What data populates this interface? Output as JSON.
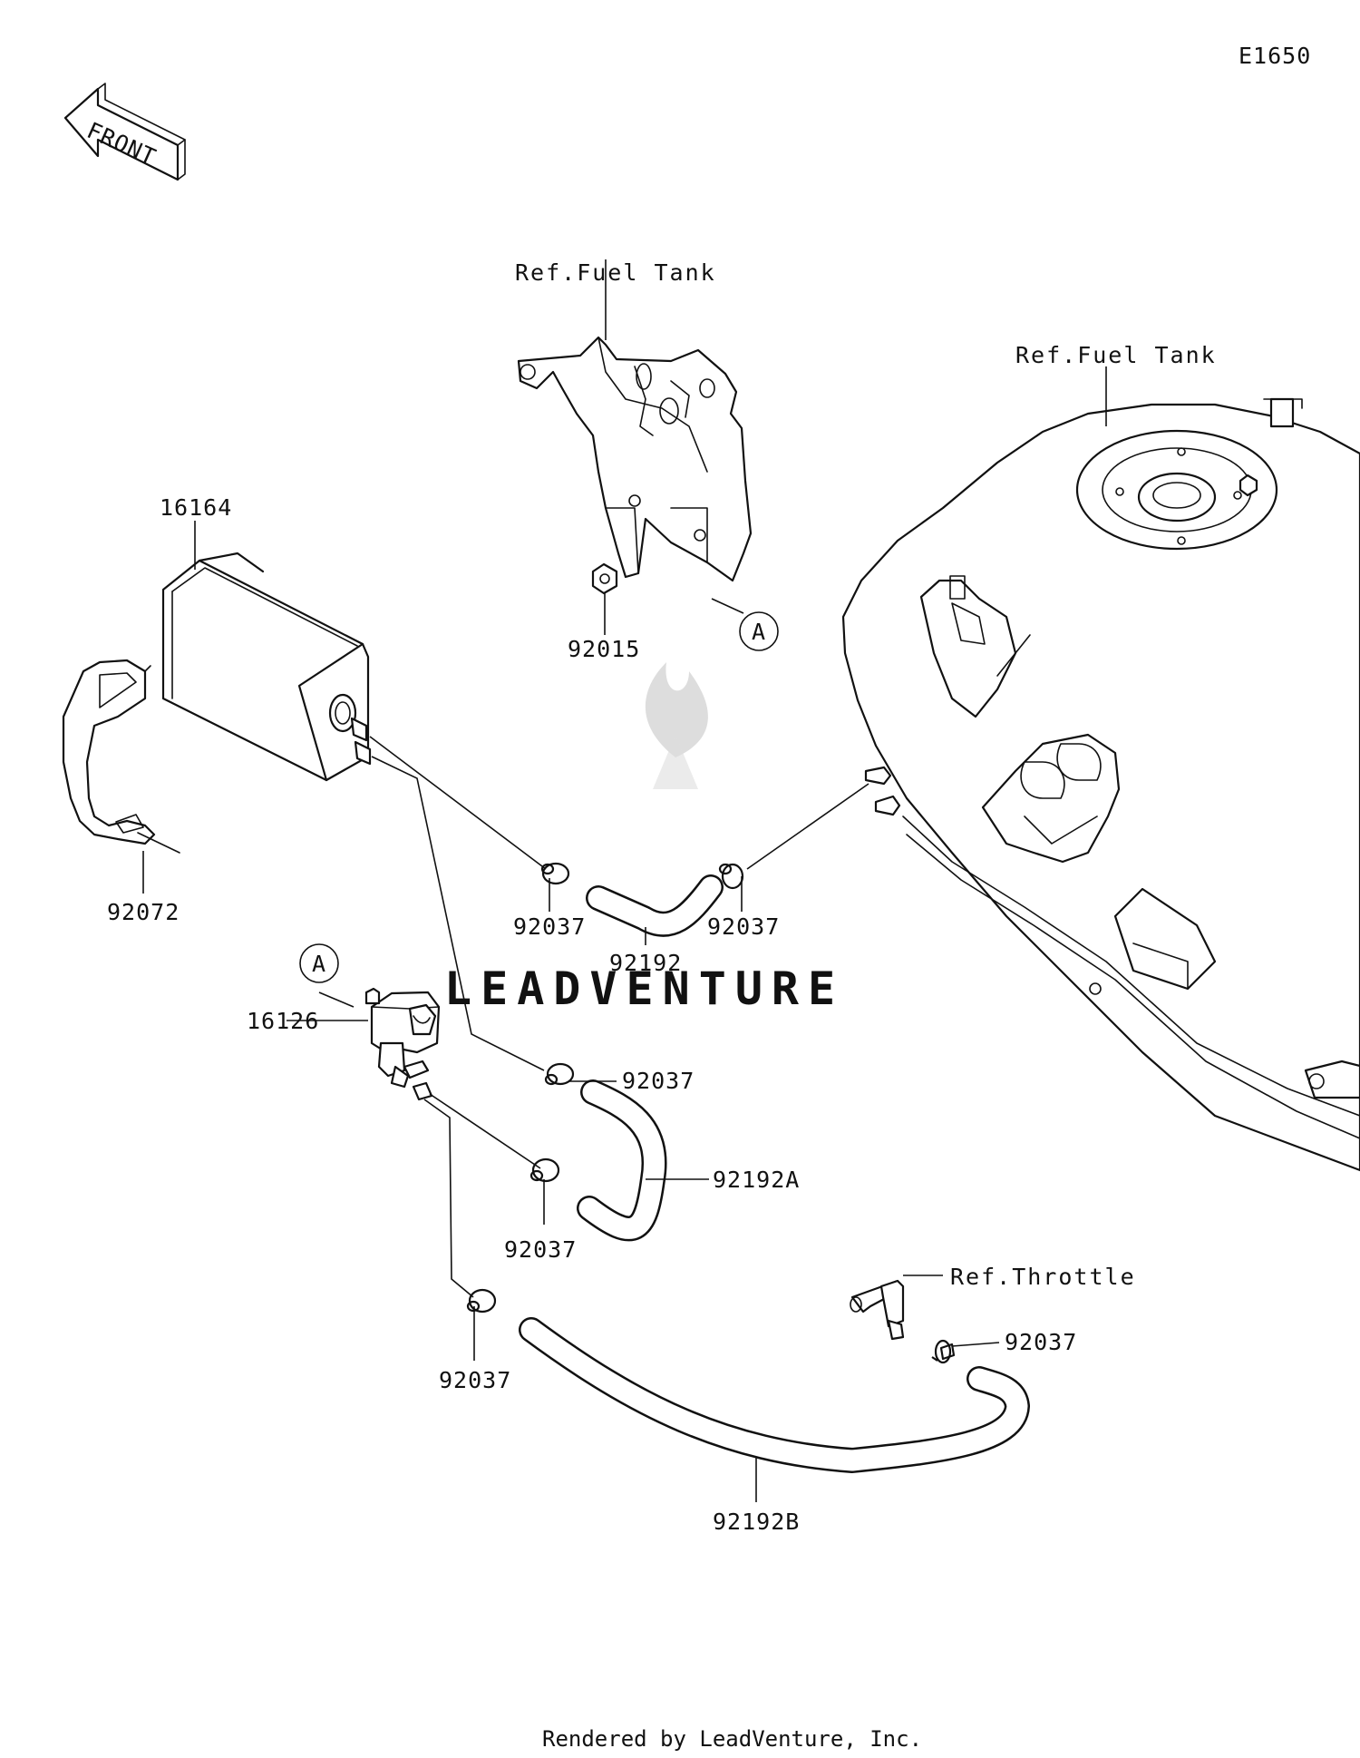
{
  "diagram": {
    "code": "E1650",
    "front_label": "FRONT",
    "ref_labels": [
      "Ref.Fuel Tank",
      "Ref.Fuel Tank",
      "Ref.Throttle"
    ],
    "part_labels": [
      "16164",
      "92015",
      "92072",
      "92037",
      "92192",
      "92037",
      "16126",
      "92037",
      "92192A",
      "92037",
      "92037",
      "92192B",
      "92037"
    ],
    "callouts": [
      "A",
      "A"
    ],
    "watermark": "LEADVENTURE",
    "footer": "Rendered by LeadVenture, Inc."
  }
}
